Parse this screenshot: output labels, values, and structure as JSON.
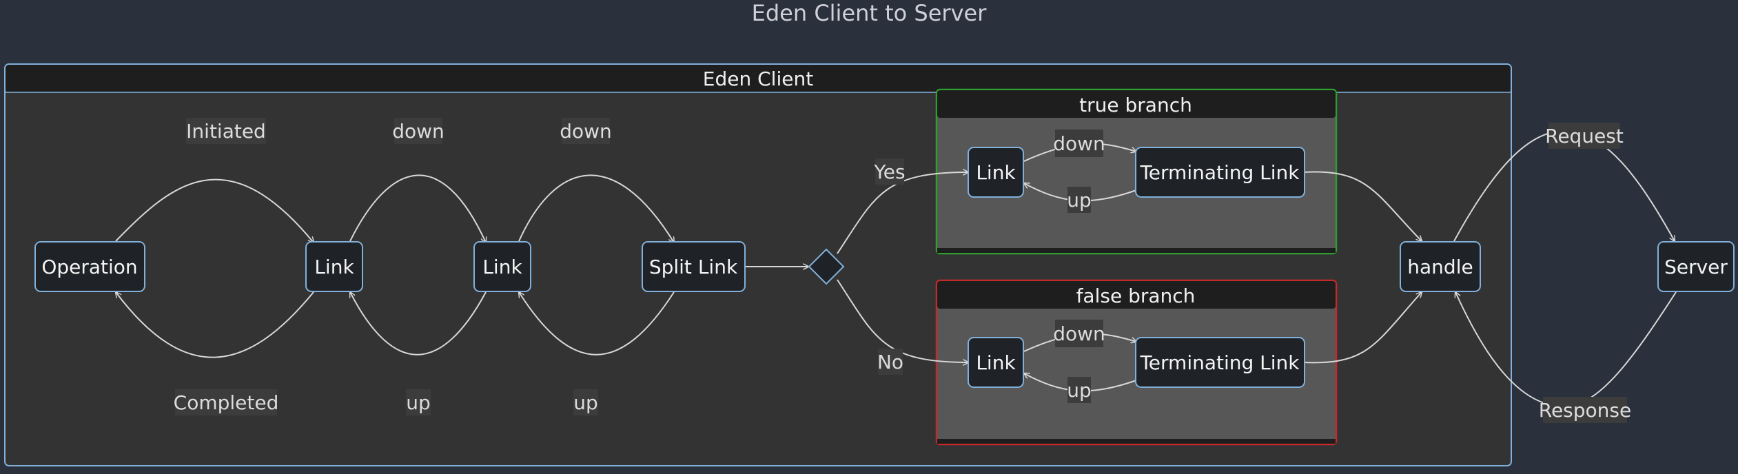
{
  "title": "Eden Client to Server",
  "clusters": {
    "client": "Eden Client",
    "true_branch": "true branch",
    "false_branch": "false branch"
  },
  "nodes": {
    "operation": "Operation",
    "link1": "Link",
    "link2": "Link",
    "split_link": "Split Link",
    "true_link": "Link",
    "true_terminating": "Terminating Link",
    "false_link": "Link",
    "false_terminating": "Terminating Link",
    "handle": "handle",
    "server": "Server"
  },
  "edge_labels": {
    "initiated": "Initiated",
    "completed": "Completed",
    "down1": "down",
    "up1": "up",
    "down2": "down",
    "up2": "up",
    "yes": "Yes",
    "no": "No",
    "true_down": "down",
    "true_up": "up",
    "false_down": "down",
    "false_up": "up",
    "request": "Request",
    "response": "Response"
  },
  "colors": {
    "background": "#2a303c",
    "node_stroke": "#81b1db",
    "true_branch_border": "#2e9e2e",
    "false_branch_border": "#c42a2a"
  }
}
